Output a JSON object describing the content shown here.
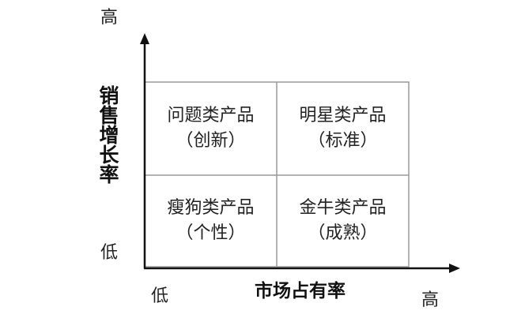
{
  "y_axis": {
    "title": "销售增长率",
    "high": "高",
    "low": "低"
  },
  "x_axis": {
    "title": "市场占有率",
    "low": "低",
    "high": "高"
  },
  "quadrants": {
    "top_left": {
      "name": "问题类产品",
      "sub": "（创新）"
    },
    "top_right": {
      "name": "明星类产品",
      "sub": "（标准）"
    },
    "bottom_left": {
      "name": "瘦狗类产品",
      "sub": "（个性）"
    },
    "bottom_right": {
      "name": "金牛类产品",
      "sub": "（成熟）"
    }
  },
  "colors": {
    "axis": "#111111",
    "grid_border": "#9a9a9a",
    "text": "#222222"
  }
}
